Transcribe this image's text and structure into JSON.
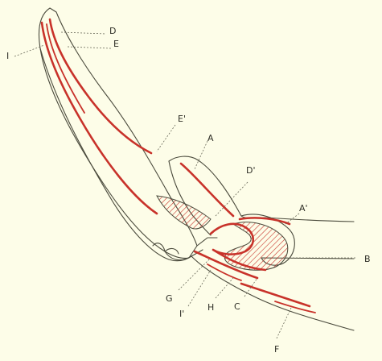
{
  "labels": {
    "D": "D",
    "E": "E",
    "I": "I",
    "E_prime": "E'",
    "A": "A",
    "D_prime": "D'",
    "A_prime": "A'",
    "B": "B",
    "G": "G",
    "I_prime": "I'",
    "H": "H",
    "C": "C",
    "F": "F"
  },
  "colors": {
    "background": "#fdfde8",
    "outline": "#4a4a3c",
    "red": "#c8322a",
    "hatch": "#c8322a"
  }
}
